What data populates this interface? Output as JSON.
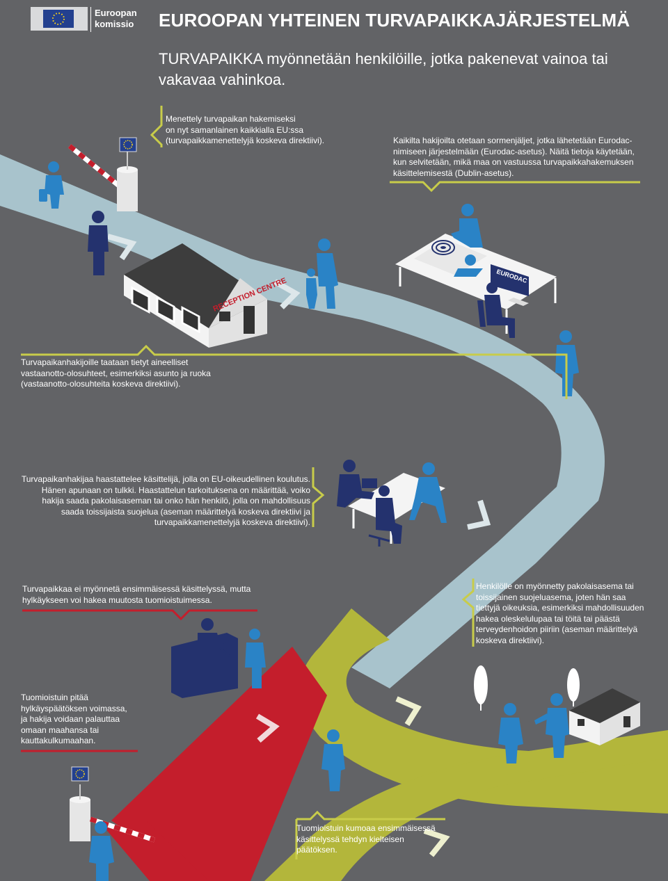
{
  "header": {
    "logo_line1": "Euroopan",
    "logo_line2": "komissio",
    "title": "EUROOPAN YHTEINEN TURVAPAIKKAJÄRJESTELMÄ",
    "subtitle_line1": "TURVAPAIKKA myönnetään henkilöille, jotka pakenevat vainoa tai",
    "subtitle_line2": "vakavaa vahinkoa."
  },
  "labels": {
    "reception": "RECEPTION CENTRE",
    "eurodac": "EURODAC"
  },
  "steps": {
    "procedure": [
      "Menettely turvapaikan hakemiseksi",
      "on nyt samanlainen kaikkialla EU:ssa",
      "(turvapaikkamenettelyjä koskeva direktiivi)."
    ],
    "fingerprints": [
      "Kaikilta hakijoilta otetaan sormenjäljet, jotka lähetetään Eurodac-",
      "nimiseen järjestelmään (Eurodac-asetus). Näitä tietoja käytetään,",
      "kun selvitetään, mikä maa on vastuussa turvapaikkahakemuksen",
      "käsittelemisestä (Dublin-asetus)."
    ],
    "reception_conditions": [
      "Turvapaikanhakijoille taataan tietyt aineelliset",
      "vastaanotto-olosuhteet, esimerkiksi asunto ja ruoka",
      "(vastaanotto-olosuhteita koskeva direktiivi)."
    ],
    "interview": [
      "Turvapaikanhakijaa haastattelee käsittelijä, jolla on EU-oikeudellinen koulutus.",
      "Hänen apunaan on tulkki. Haastattelun tarkoituksena on määrittää, voiko",
      "hakija saada pakolaisaseman tai onko hän henkilö, jolla on mahdollisuus",
      "saada toissijaista suojelua (aseman määrittelyä koskeva direktiivi ja",
      "turvapaikkamenettelyjä koskeva direktiivi)."
    ],
    "rejected": [
      "Turvapaikkaa ei myönnetä ensimmäisessä käsittelyssä, mutta",
      "hylkäykseen voi hakea muutosta tuomioistuimessa."
    ],
    "granted": [
      "Henkilölle on myönnetty pakolaisasema tai",
      "toissijainen suojeluasema, joten hän saa",
      "tiettyjä oikeuksia, esimerkiksi mahdollisuuden",
      "hakea oleskelulupaa tai töitä tai päästä",
      "terveydenhoidon piiriin (aseman määrittelyä",
      "koskeva direktiivi)."
    ],
    "court_upholds": [
      "Tuomioistuin pitää",
      "hylkäyspäätöksen voimassa,",
      "ja hakija voidaan palauttaa",
      "omaan maahansa tai",
      "kauttakulkumaahan."
    ],
    "court_overturns": [
      "Tuomioistuin kumoaa ensimmäisessä",
      "käsittelyssä tehdyn kielteisen",
      "päätöksen."
    ]
  },
  "colors": {
    "background": "#626366",
    "path_blue": "#a8c3cc",
    "path_red": "#c41e2c",
    "path_green": "#b3b63b",
    "figure_blue": "#2a83c6",
    "figure_navy": "#24326e",
    "eu_flag": "#23408f",
    "eu_star": "#ffd617"
  },
  "icons": [
    "eu-flag-icon",
    "barrier-icon",
    "fingerprint-icon",
    "computer-icon",
    "house-icon",
    "tree-icon",
    "gavel-icon"
  ]
}
